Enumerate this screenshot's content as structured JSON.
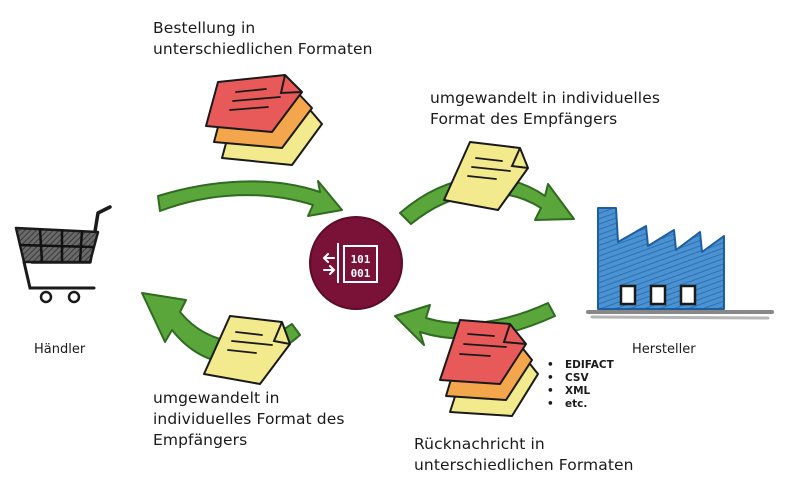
{
  "labels": {
    "order_top": [
      "Bestellung in",
      "unterschiedlichen Formaten"
    ],
    "converted_top": [
      "umgewandelt in individuelles",
      "Format des Empfängers"
    ],
    "converted_bottom": [
      "umgewandelt in",
      "individuelles Format des",
      "Empfängers"
    ],
    "reply_bottom": [
      "Rücknachricht in",
      "unterschiedlichen Formaten"
    ],
    "merchant": "Händler",
    "manufacturer": "Hersteller"
  },
  "hub": {
    "top_code": "101",
    "bottom_code": "001",
    "icon": "format-converter-icon"
  },
  "formats": [
    "EDIFACT",
    "CSV",
    "XML",
    "etc."
  ],
  "colors": {
    "arrow_green": "#5aa63a",
    "arrow_dark": "#2f6b20",
    "hub_maroon": "#7a1238",
    "factory_blue": "#3d86c9",
    "doc_red": "#e85a5a",
    "doc_orange": "#f4a64c",
    "doc_yellow": "#f2ea8c"
  }
}
